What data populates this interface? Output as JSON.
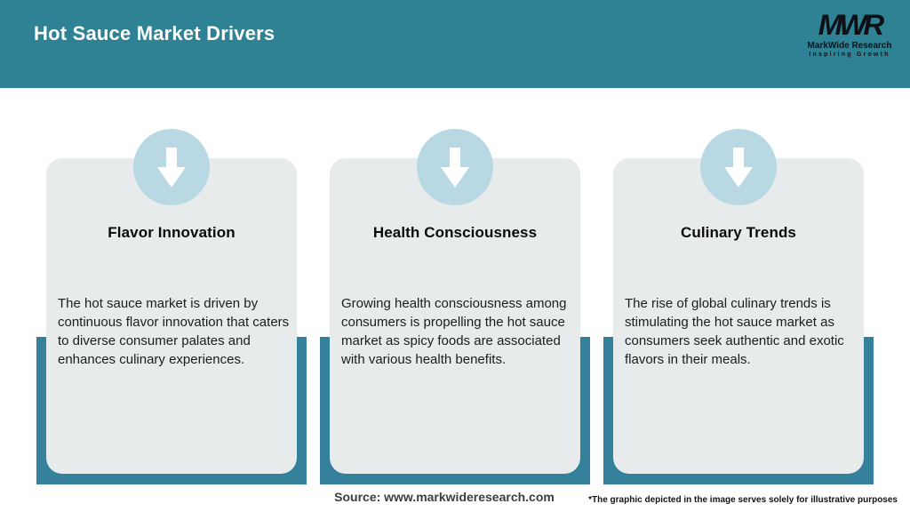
{
  "header": {
    "title": "Hot Sauce Market Drivers",
    "logo": {
      "monogram": "MWR",
      "name": "MarkWide Research",
      "tagline": "Inspiring Growth"
    }
  },
  "cards": [
    {
      "icon": "down-arrow-icon",
      "title": "Flavor Innovation",
      "description": "The hot sauce market is driven by continuous flavor innovation that caters to diverse consumer palates and enhances culinary experiences."
    },
    {
      "icon": "down-arrow-icon",
      "title": "Health Consciousness",
      "description": "Growing health consciousness among consumers is propelling the hot sauce market as spicy foods are associated with various health benefits."
    },
    {
      "icon": "down-arrow-icon",
      "title": "Culinary Trends",
      "description": "The rise of global culinary trends is stimulating the hot sauce market as consumers seek authentic and exotic flavors in their meals."
    }
  ],
  "footer": {
    "source": "Source: www.markwideresearch.com",
    "disclaimer": "*The graphic depicted in the image serves solely for illustrative purposes"
  },
  "colors": {
    "header_teal": "#2f8294",
    "backdrop_teal": "#35809b",
    "card_gray": "#e8ebec",
    "circle_blue": "#b8d9e3",
    "title_white": "#ffffff",
    "text_dark": "#1c1c1c"
  }
}
